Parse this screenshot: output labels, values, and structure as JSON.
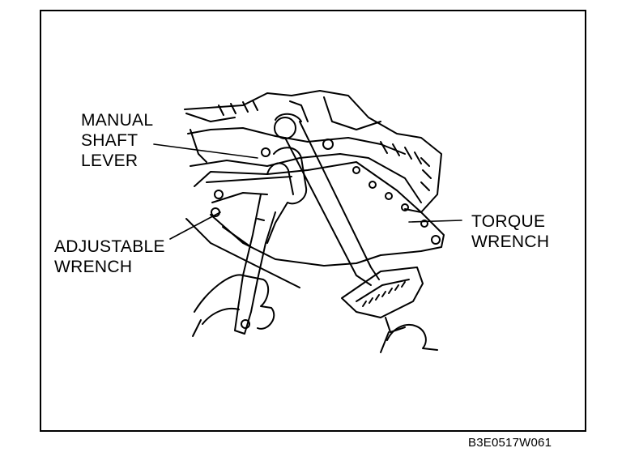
{
  "labels": {
    "manual_shaft_lever": [
      "MANUAL",
      "SHAFT",
      "LEVER"
    ],
    "adjustable_wrench": [
      "ADJUSTABLE",
      "WRENCH"
    ],
    "torque_wrench": [
      "TORQUE",
      "WRENCH"
    ]
  },
  "figure_code": "B3E0517W061",
  "colors": {
    "ink": "#000000",
    "paper": "#ffffff"
  }
}
